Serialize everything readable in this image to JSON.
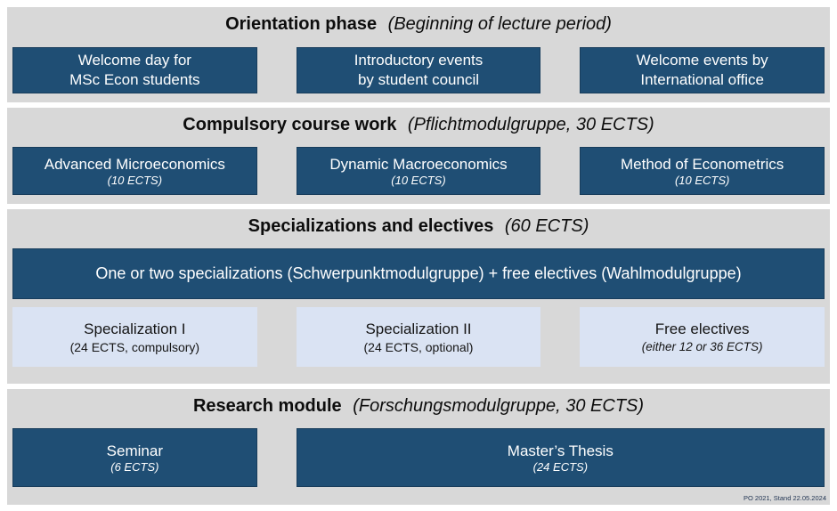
{
  "colors": {
    "band_background": "#d8d8d8",
    "box_dark_blue": "#1f4e74",
    "box_light_blue": "#dae3f3",
    "box_text_light": "#ffffff",
    "header_text": "#0d0d0d"
  },
  "footer": {
    "note": "PO 2021, Stand 22.05.2024"
  },
  "sections": {
    "orientation": {
      "title": "Orientation phase",
      "subtitle": "(Beginning of lecture period)",
      "boxes": [
        {
          "line1": "Welcome day for",
          "line2": "MSc Econ students"
        },
        {
          "line1": "Introductory events",
          "line2": "by student council"
        },
        {
          "line1": "Welcome events by",
          "line2": "International office"
        }
      ]
    },
    "compulsory": {
      "title": "Compulsory course work",
      "subtitle": "(Pflichtmodulgruppe, 30 ECTS)",
      "boxes": [
        {
          "name": "Advanced Microeconomics",
          "ects": "(10 ECTS)"
        },
        {
          "name": "Dynamic Macroeconomics",
          "ects": "(10 ECTS)"
        },
        {
          "name": "Method of Econometrics",
          "ects": "(10 ECTS)"
        }
      ]
    },
    "specializations": {
      "title": "Specializations and electives",
      "subtitle": "(60 ECTS)",
      "banner": "One or two specializations (Schwerpunktmodulgruppe) + free electives (Wahlmodulgruppe)",
      "boxes": [
        {
          "name": "Specialization I",
          "detail": "(24 ECTS, compulsory)"
        },
        {
          "name": "Specialization II",
          "detail": "(24 ECTS, optional)"
        },
        {
          "name": "Free electives",
          "detail": "(either 12 or 36 ECTS)"
        }
      ]
    },
    "research": {
      "title": "Research module",
      "subtitle": "(Forschungsmodulgruppe, 30 ECTS)",
      "boxes": [
        {
          "name": "Seminar",
          "ects": "(6 ECTS)"
        },
        {
          "name": "Master’s Thesis",
          "ects": "(24 ECTS)"
        }
      ]
    }
  }
}
